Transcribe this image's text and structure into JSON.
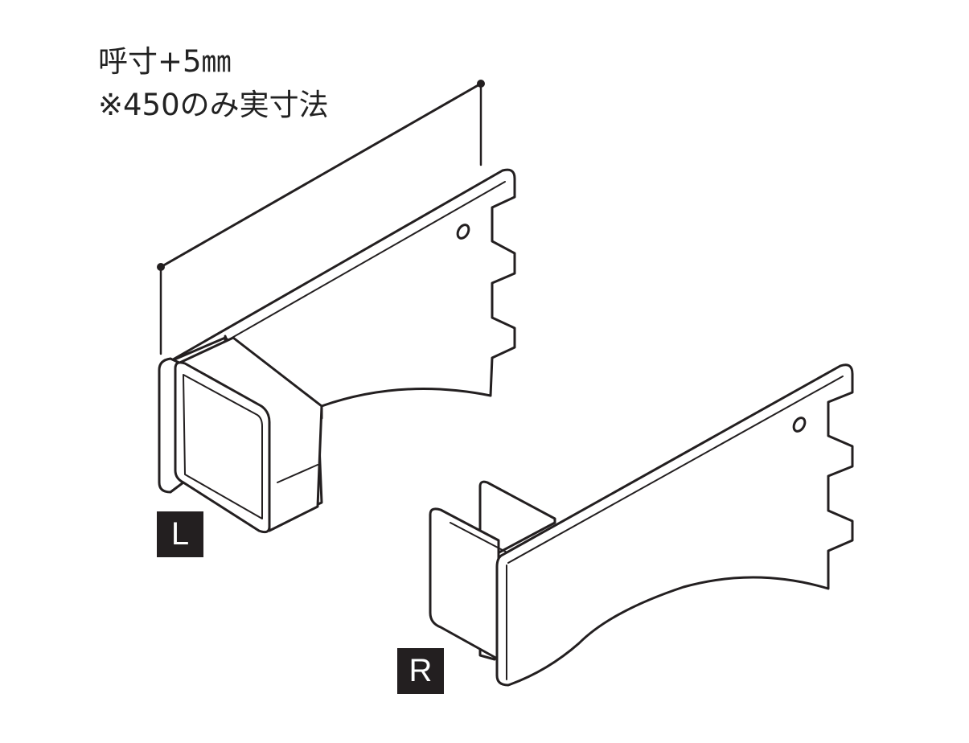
{
  "annotation": {
    "line1": "呼寸+5㎜",
    "line2": "※450のみ実寸法"
  },
  "labels": {
    "left": "L",
    "right": "R"
  },
  "colors": {
    "line": "#231f20",
    "tag_bg": "#231f20",
    "tag_text": "#ffffff"
  }
}
